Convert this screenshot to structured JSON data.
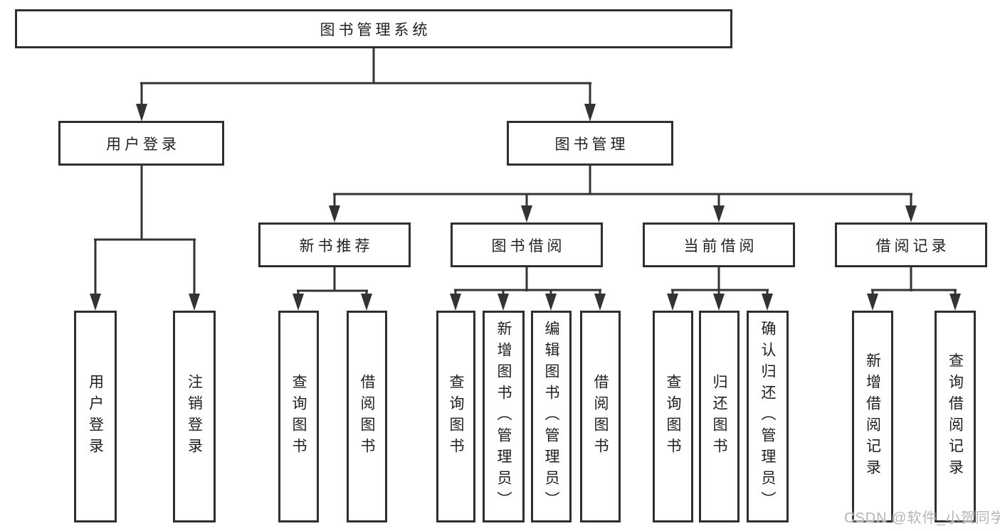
{
  "nodes": {
    "root": "图书管理系统",
    "level2": [
      {
        "id": "user-login",
        "label": "用户登录"
      },
      {
        "id": "book-management",
        "label": "图书管理"
      }
    ],
    "level3": [
      {
        "id": "new-book-recommend",
        "label": "新书推荐"
      },
      {
        "id": "book-borrowing",
        "label": "图书借阅"
      },
      {
        "id": "current-borrowing",
        "label": "当前借阅"
      },
      {
        "id": "borrowing-records",
        "label": "借阅记录"
      }
    ],
    "leaves": {
      "user_login": [
        "用户登录",
        "注销登录"
      ],
      "new_book_recommend": [
        "查询图书",
        "借阅图书"
      ],
      "book_borrowing": [
        "查询图书",
        "新增图书（管理员）",
        "编辑图书（管理员）",
        "借阅图书"
      ],
      "current_borrowing": [
        "查询图书",
        "归还图书",
        "确认归还（管理员）"
      ],
      "borrowing_records": [
        "新增借阅记录",
        "查询借阅记录"
      ]
    }
  },
  "watermark": "CSDN @软件_小贺同学",
  "colors": {
    "line": "#333333",
    "box_border": "#2f2f2f",
    "text": "#1f1f1f",
    "watermark": "#b5b5b5",
    "background": "#ffffff"
  }
}
